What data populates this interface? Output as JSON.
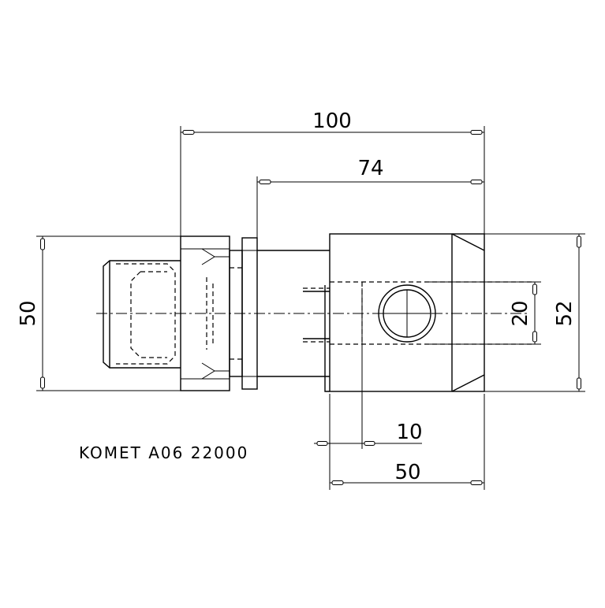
{
  "dimensions": {
    "overall_length": "100",
    "holder_length": "74",
    "shank_diameter": "50",
    "body_height": "52",
    "bore_diameter": "20",
    "bore_offset": "10",
    "body_width": "50"
  },
  "part_number": "KOMET A06 22000"
}
